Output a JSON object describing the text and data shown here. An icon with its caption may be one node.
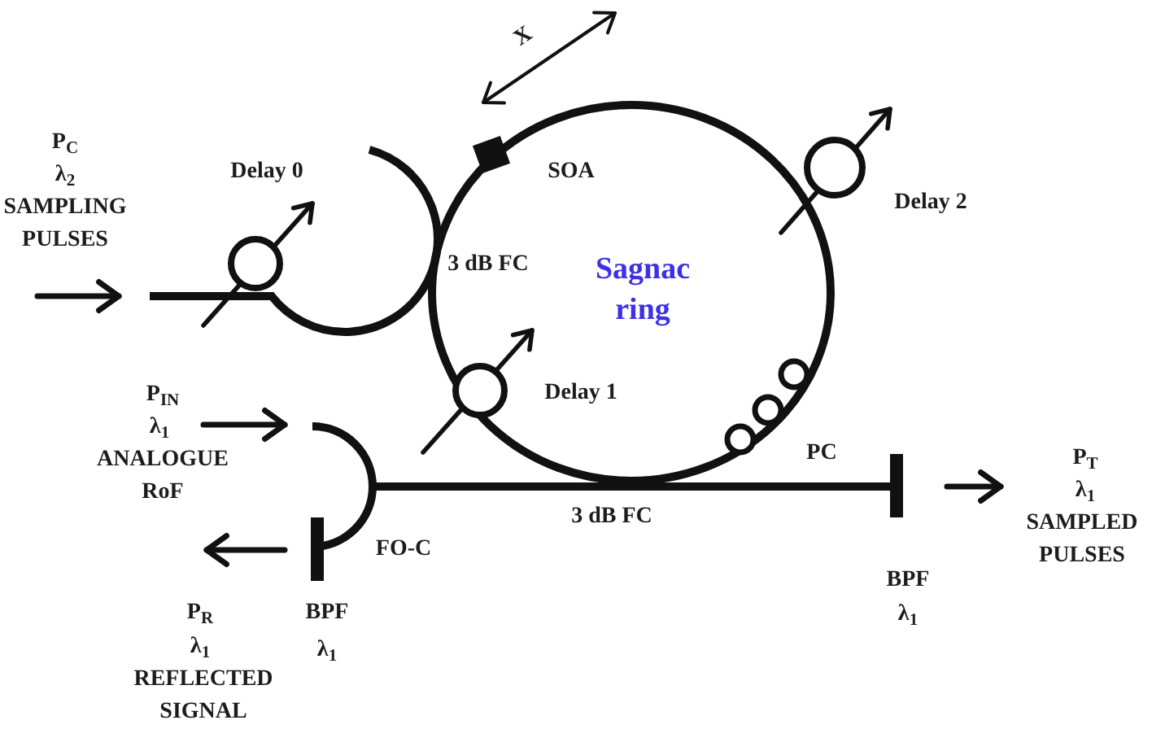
{
  "diagram": {
    "nodes": [
      {
        "text": [
          "Sagnac ring"
        ]
      }
    ],
    "labels": [
      "X",
      "P$_{C}$",
      "λ$_{2}$",
      "SAMPLING PULSES",
      "Delay 0",
      "SOA",
      "Delay 2",
      "3 dB FC",
      "Delay 1",
      "P$_{IN}$",
      "λ$_{1}$",
      "ANALOGUE RoF",
      "PC",
      "P$_{T}$",
      "λ$_{1}$",
      "SAMPLED PULSES",
      "3 dB FC",
      "FO-C",
      "BPF",
      "λ$_{1}$",
      "P$_{R}$",
      "λ$_{1}$",
      "REFLECTED SIGNAL",
      "BPF",
      "λ$_{1}$"
    ]
  }
}
